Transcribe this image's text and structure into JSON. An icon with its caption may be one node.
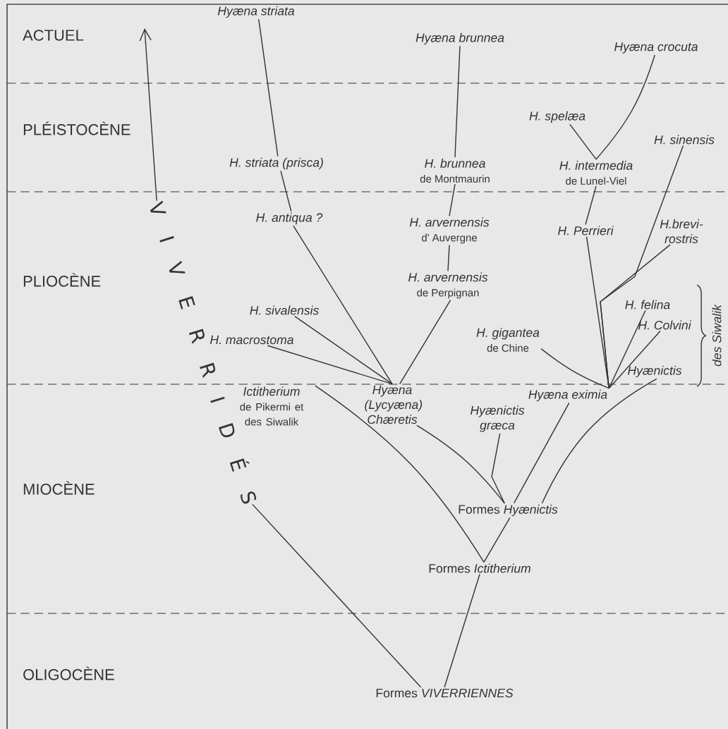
{
  "diagram": {
    "nodes": [
      {
        "text": [
          "Hyæna striata"
        ]
      },
      {
        "text": [
          "Hyæna brunnea"
        ]
      },
      {
        "text": [
          "Hyæna crocuta"
        ]
      },
      {
        "text": [
          "H. spelæa"
        ]
      },
      {
        "text": [
          "H. sinensis"
        ]
      },
      {
        "text": [
          "H. striata (prisca)"
        ]
      },
      {
        "text": [
          "H. brunnea",
          "de Montmaurin"
        ]
      },
      {
        "text": [
          "H. intermedia",
          "de Lunel-Viel"
        ]
      },
      {
        "text": [
          "H. antiqua ?"
        ]
      },
      {
        "text": [
          "H. arvernensis",
          "d' Auvergne"
        ]
      },
      {
        "text": [
          "H. Perrieri"
        ]
      },
      {
        "text": [
          "H.brevi-rostris"
        ]
      },
      {
        "text": [
          "H. arvernensis",
          "de Perpignan"
        ]
      },
      {
        "text": [
          "H. sivalensis"
        ]
      },
      {
        "text": [
          "H. felina"
        ]
      },
      {
        "text": [
          "H. Colvini"
        ]
      },
      {
        "text": [
          "H. macrostoma"
        ]
      },
      {
        "text": [
          "H. gigantea",
          "de Chine"
        ]
      },
      {
        "text": [
          "Hyænictis"
        ]
      },
      {
        "text": [
          "Ictitherium",
          "de Pikermi et des Siwalik"
        ]
      },
      {
        "text": [
          "Hyæna (Lycyæna) Chæretis"
        ]
      },
      {
        "text": [
          "Hyæna eximia"
        ]
      },
      {
        "text": [
          "Hyænictis græca"
        ]
      },
      {
        "text": [
          "Formes *Hyænictis*"
        ]
      },
      {
        "text": [
          "Formes *Ictitherium*"
        ]
      },
      {
        "text": [
          "Formes *VIVERRIENNES*"
        ]
      },
      {
        "text": [
          "V I V E R R I D É S"
        ]
      }
    ],
    "edges": [
      {
        "from": 25,
        "to": 24,
        "arrow": "none"
      },
      {
        "from": 25,
        "to": 26,
        "arrow": "none"
      },
      {
        "from": 24,
        "to": 19,
        "arrow": "none"
      },
      {
        "from": 24,
        "to": 23,
        "arrow": "none"
      },
      {
        "from": 23,
        "to": 20,
        "arrow": "none"
      },
      {
        "from": 23,
        "to": 22,
        "arrow": "none"
      },
      {
        "from": 23,
        "to": 21,
        "arrow": "none"
      },
      {
        "from": 23,
        "to": 18,
        "arrow": "none"
      },
      {
        "from": 20,
        "to": 8,
        "arrow": "none"
      },
      {
        "from": 8,
        "to": 5,
        "arrow": "none"
      },
      {
        "from": 5,
        "to": 0,
        "arrow": "none"
      },
      {
        "from": 20,
        "to": 13,
        "arrow": "none"
      },
      {
        "from": 20,
        "to": 16,
        "arrow": "none"
      },
      {
        "from": 20,
        "to": 12,
        "arrow": "none"
      },
      {
        "from": 12,
        "to": 9,
        "arrow": "none"
      },
      {
        "from": 9,
        "to": 6,
        "arrow": "none"
      },
      {
        "from": 6,
        "to": 1,
        "arrow": "none"
      },
      {
        "from": 21,
        "to": 17,
        "arrow": "none"
      },
      {
        "from": 21,
        "to": 10,
        "arrow": "none"
      },
      {
        "from": 21,
        "to": 14,
        "arrow": "none"
      },
      {
        "from": 21,
        "to": 15,
        "arrow": "none"
      },
      {
        "from": 21,
        "to": 4,
        "arrow": "none"
      },
      {
        "from": 21,
        "to": 11,
        "arrow": "none"
      },
      {
        "from": 10,
        "to": 7,
        "arrow": "none"
      },
      {
        "from": 7,
        "to": 3,
        "arrow": "none"
      },
      {
        "from": 7,
        "to": 2,
        "arrow": "none"
      },
      {
        "from": 26,
        "to": null,
        "arrow": "to"
      }
    ],
    "labels": [
      "ACTUEL",
      "PLÉISTOCÈNE",
      "PLIOCÈNE",
      "MIOCÈNE",
      "OLIGOCÈNE",
      "des Siwalik"
    ]
  }
}
